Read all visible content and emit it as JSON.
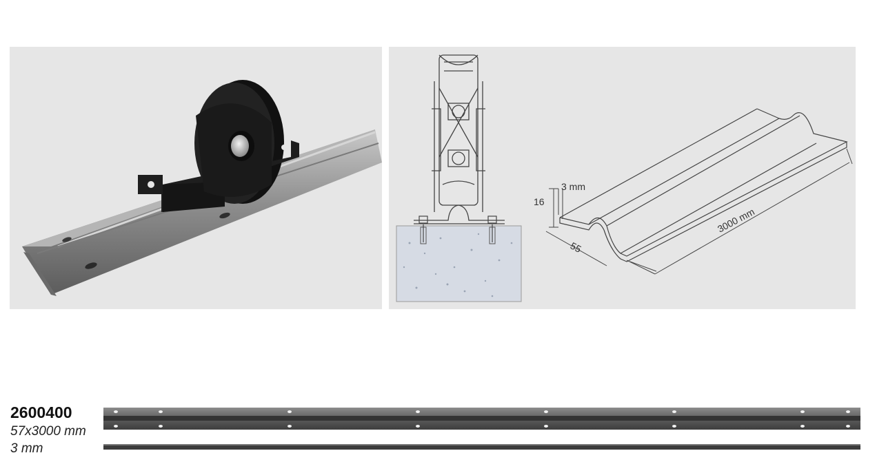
{
  "product": {
    "code": "2600400",
    "size": "57x3000 mm",
    "thickness": "3 mm"
  },
  "drawing": {
    "thickness_label": "3 mm",
    "height_label": "16",
    "width_label": "55",
    "length_label": "3000 mm"
  },
  "colors": {
    "panel_bg": "#e6e6e6",
    "rail_metal": "#9a9a9a",
    "wheel_black": "#1c1c1c",
    "bar_dark": "#4a4a4a"
  }
}
